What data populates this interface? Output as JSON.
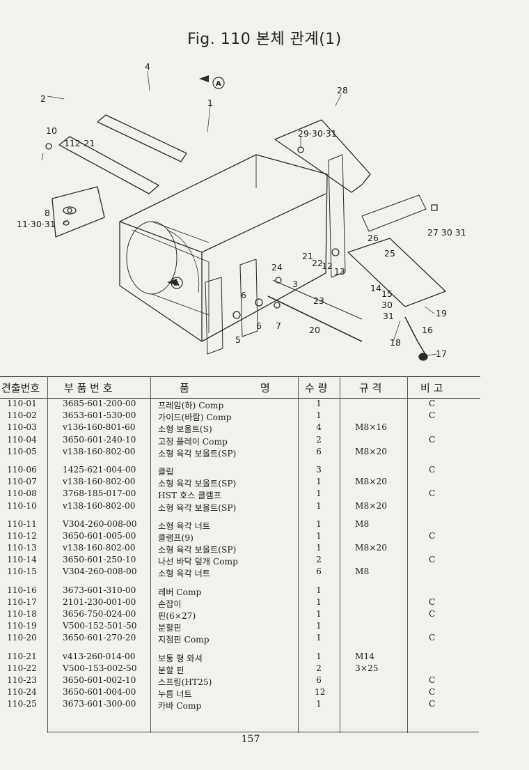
{
  "title": "Fig. 110  본체 관계(1)",
  "page_number": "157",
  "diagram_labels": [
    "1",
    "2",
    "3",
    "4",
    "5",
    "6",
    "7",
    "8",
    "10",
    "11·30·31",
    "112-21",
    "12",
    "13",
    "14",
    "15",
    "16",
    "17",
    "18",
    "19",
    "20",
    "21",
    "22",
    "23",
    "24",
    "25",
    "26",
    "27",
    "28",
    "29·30·31",
    "30",
    "31",
    "27 30 31",
    "A",
    "A"
  ],
  "headers": {
    "no": "견출번호",
    "part": "부 품 번 호",
    "name_left": "품",
    "name_right": "명",
    "qty": "수 량",
    "spec": "규 격",
    "note": "비 고"
  },
  "groups": [
    [
      {
        "no": "110-01",
        "part": "3685-601-200-00",
        "name": "프레임(하) Comp",
        "qty": "1",
        "spec": "",
        "note": "C"
      },
      {
        "no": "110-02",
        "part": "3653-601-530-00",
        "name": "가이드(바람) Comp",
        "qty": "1",
        "spec": "",
        "note": "C"
      },
      {
        "no": "110-03",
        "part": "v136-160-801-60",
        "name": "소형 보올트(S)",
        "qty": "4",
        "spec": "M8×16",
        "note": ""
      },
      {
        "no": "110-04",
        "part": "3650-601-240-10",
        "name": "고정 플레이 Comp",
        "qty": "2",
        "spec": "",
        "note": "C"
      },
      {
        "no": "110-05",
        "part": "v138-160-802-00",
        "name": "소형 육각 보올트(SP)",
        "qty": "6",
        "spec": "M8×20",
        "note": ""
      }
    ],
    [
      {
        "no": "110-06",
        "part": "1425-621-004-00",
        "name": "클립",
        "qty": "3",
        "spec": "",
        "note": "C"
      },
      {
        "no": "110-07",
        "part": "v138-160-802-00",
        "name": "소형 육각 보올트(SP)",
        "qty": "1",
        "spec": "M8×20",
        "note": ""
      },
      {
        "no": "110-08",
        "part": "3768-185-017-00",
        "name": "HST 호스 클램프",
        "qty": "1",
        "spec": "",
        "note": "C"
      },
      {
        "no": "110-10",
        "part": "v138-160-802-00",
        "name": "소형 육각 보올트(SP)",
        "qty": "1",
        "spec": "M8×20",
        "note": ""
      }
    ],
    [
      {
        "no": "110-11",
        "part": "V304-260-008-00",
        "name": "소형 육각 너트",
        "qty": "1",
        "spec": "M8",
        "note": ""
      },
      {
        "no": "110-12",
        "part": "3650-601-005-00",
        "name": "클램프(9)",
        "qty": "1",
        "spec": "",
        "note": "C"
      },
      {
        "no": "110-13",
        "part": "v138-160-802-00",
        "name": "소형 육각 보올트(SP)",
        "qty": "1",
        "spec": "M8×20",
        "note": ""
      },
      {
        "no": "110-14",
        "part": "3650-601-250-10",
        "name": "나선 바닥 덮개 Comp",
        "qty": "2",
        "spec": "",
        "note": "C"
      },
      {
        "no": "110-15",
        "part": "V304-260-008-00",
        "name": "소형 육각 너트",
        "qty": "6",
        "spec": "M8",
        "note": ""
      }
    ],
    [
      {
        "no": "110-16",
        "part": "3673-601-310-00",
        "name": "레버 Comp",
        "qty": "1",
        "spec": "",
        "note": ""
      },
      {
        "no": "110-17",
        "part": "2101-230-001-00",
        "name": "손잡이",
        "qty": "1",
        "spec": "",
        "note": "C"
      },
      {
        "no": "110-18",
        "part": "3656-750-024-00",
        "name": "핀(6×27)",
        "qty": "1",
        "spec": "",
        "note": "C"
      },
      {
        "no": "110-19",
        "part": "V500-152-501-50",
        "name": "분할핀",
        "qty": "1",
        "spec": "",
        "note": ""
      },
      {
        "no": "110-20",
        "part": "3650-601-270-20",
        "name": "지점핀 Comp",
        "qty": "1",
        "spec": "",
        "note": "C"
      }
    ],
    [
      {
        "no": "110-21",
        "part": "v413-260-014-00",
        "name": "보통 평 와셔",
        "qty": "1",
        "spec": "M14",
        "note": ""
      },
      {
        "no": "110-22",
        "part": "V500-153-002-50",
        "name": "분할 핀",
        "qty": "2",
        "spec": "3×25",
        "note": ""
      },
      {
        "no": "110-23",
        "part": "3650-601-002-10",
        "name": "스프링(HT25)",
        "qty": "6",
        "spec": "",
        "note": "C"
      },
      {
        "no": "110-24",
        "part": "3650-601-004-00",
        "name": "누름 너트",
        "qty": "12",
        "spec": "",
        "note": "C"
      },
      {
        "no": "110-25",
        "part": "3673-601-300-00",
        "name": "카바 Comp",
        "qty": "1",
        "spec": "",
        "note": "C"
      }
    ]
  ]
}
